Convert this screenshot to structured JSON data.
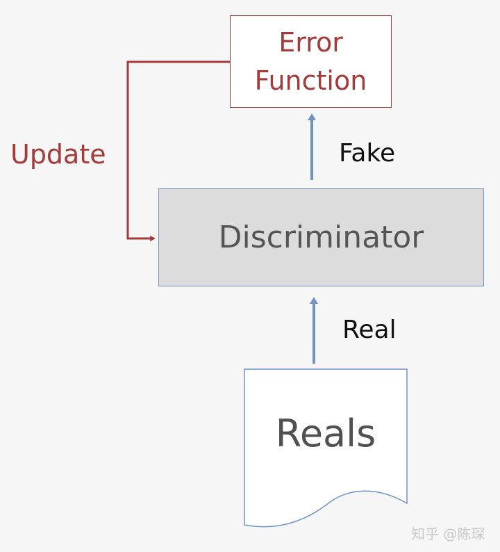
{
  "error_function": {
    "line1": "Error",
    "line2": "Function"
  },
  "discriminator": {
    "label": "Discriminator"
  },
  "update": {
    "label": "Update"
  },
  "fake": {
    "label": "Fake"
  },
  "real": {
    "label": "Real"
  },
  "reals": {
    "label": "Reals"
  },
  "watermark": {
    "text": "知乎 @陈琛"
  },
  "colors": {
    "red": "#a33b3b",
    "blue": "#6f93c5",
    "box_gray": "#dcdcdc",
    "background": "#f6f6f6"
  }
}
